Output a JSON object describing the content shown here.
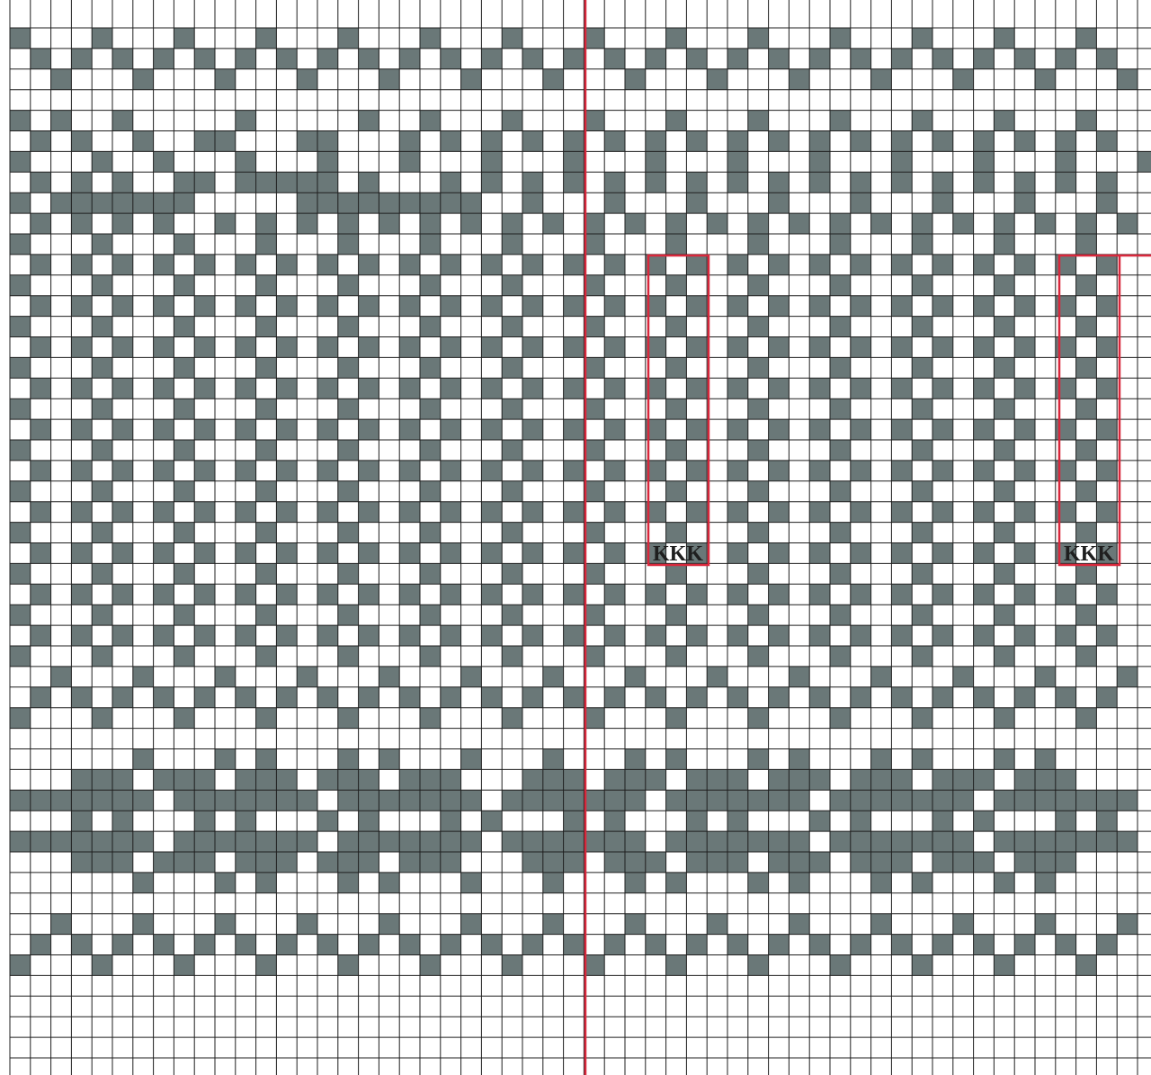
{
  "chart_data": {
    "type": "knitting-chart",
    "columns": 56,
    "rows": 51,
    "colors": {
      "background": "#ffffff",
      "filled": "#6a7878",
      "grid": "#1f1f1f",
      "marker": "#d8283c"
    },
    "marker_labels": [
      "KKK",
      "KKK"
    ],
    "rows_data": [
      "#...#...#...#...#...#...#...#...#...#...#...#...#...#..",
      ".#.#.#.#.#.#.#.#.#.#.#.#.#.#.#.#.#.#.#.#.#.#.#.#.#.#.#.",
      "..#...#...#...#...#...#...#...#...#...#...#...#...#...#",
      "........................................................",
      "#.#..#.....#.....#..#...#...#...#...#...#...#...#...#..",
      ".#.#..#..##...##...#.#.#.#.#.#.#.#.#.#.#.#.#.#.#.#.#.#.",
      "#...#..#...#...#...#...#...#...#...#...#...#...#...#...#",
      ".#.#.#..##.#####.#...#.#.#.#.#.#.#.#.#.#.#.#.#.#.#.#.#.",
      "#.#######.....#########..#...#...#...#...#...#...#...#.",
      ".#.#.#.#..#.#.#.#.#.#.#.#.#.#.#.#.#.#.#.#.#.#.#.#.#.#.#",
      "#...#...#...#...#...#...#...#...#...#...#...#...#...#...",
      ".#.#.#.#.#.#.#.#.#.#.#.#.#.#.#.#.#.#.#.#.#.#.#.#.#.#.#.",
      "#...#...#...#...#...#...#...#...#...#...#...#...#...#..",
      ".#.#.#.#.#.#.#.#.#.#.#.#.#.#.#.#.#.#.#.#.#.#.#.#.#.#.#.",
      "#...#...#...#...#...#...#...#...#...#...#...#...#...#...",
      ".#.#.#.#.#.#.#.#.#.#.#.#.#.#.#.#.#.#.#.#.#.#.#.#.#.#.#.",
      "#...#...#...#...#...#...#...#...#...#...#...#...#...#...",
      ".#.#.#.#.#.#.#.#.#.#.#.#.#.#.#.#.#.#.#.#.#.#.#.#.#.#.#.",
      "#...#...#...#...#...#...#...#...#...#...#...#...#...#...",
      ".#.#.#.#.#.#.#.#.#.#.#.#.#.#.#.#.#.#.#.#.#.#.#.#.#.#.#.",
      "#...#...#...#...#...#...#...#...#...#...#...#...#...#...",
      ".#.#.#.#.#.#.#.#.#.#.#.#.#.#.#.#.#.#.#.#.#.#.#.#.#.#.#.",
      "#...#...#...#...#...#...#...#...#...#...#...#...#...#...",
      ".#.#.#.#.#.#.#.#.#.#.#.#.#.#.#.#.#.#.#.#.#.#.#.#.#.#.#.",
      "#...#...#...#...#...#...#...#...#...#...#...#...#...#...",
      ".#.#.#.#.#.#.#.#.#.#.#.#.#.#.#.#.#.#.#.#.#.#.#.#.#.#.#.",
      "#...#...#...#...#...#...#...#...#...#...#...#...#...#...",
      ".#.#.#.#.#.#.#.#.#.#.#.#.#.#.#.#.#.#.#.#.#.#.#.#.#.#.#.",
      "#...#...#...#...#...#...#...#...#...#...#...#...#...#...",
      ".#.#.#.#.#.#.#.#.#.#.#.#.#.#.#.#.#.#.#.#.#.#.#.#.#.#.#.",
      "#...#...#...#...#...#...#...#...#...#...#...#...#...#...",
      "..#...#...#...#...#...#...#...#...#...#...#...#...#...#",
      ".#.#.#.#.#.#.#.#.#.#.#.#.#.#.#.#.#.#.#.#.#.#.#.#.#.#.#.",
      "#...#...#...#...#...#...#...#...#...#...#...#...#...#...",
      "........................................................",
      "......#...#.#...#.#...#...#...#.#...#.#...#.#...#.#....",
      "...###.###.###.###.###...###.###.###.###.###.###.###...",
      "#######.#######.#######.#######.#######.#######.#######",
      "...#.#...#.#...#.#...#.#...#.#...#.#...#.#...#.#...#.#.",
      "#######.#######.#######.#######.#######.#######.#######",
      "...###.###.###.###.###...###.###.###.###.###.###.###...",
      "......#...#.#...#.#...#...#...#.#...#.#...#.#...#.#....",
      "........................................................",
      "..#...#...#...#...#...#...#...#...#...#...#...#...#...#",
      ".#.#.#.#.#.#.#.#.#.#.#.#.#.#.#.#.#.#.#.#.#.#.#.#.#.#.#.",
      "#...#...#...#...#...#...#...#...#...#...#...#...#...#...",
      "........................................................",
      "........................................................",
      "........................................................",
      "........................................................",
      "........................................................"
    ]
  }
}
